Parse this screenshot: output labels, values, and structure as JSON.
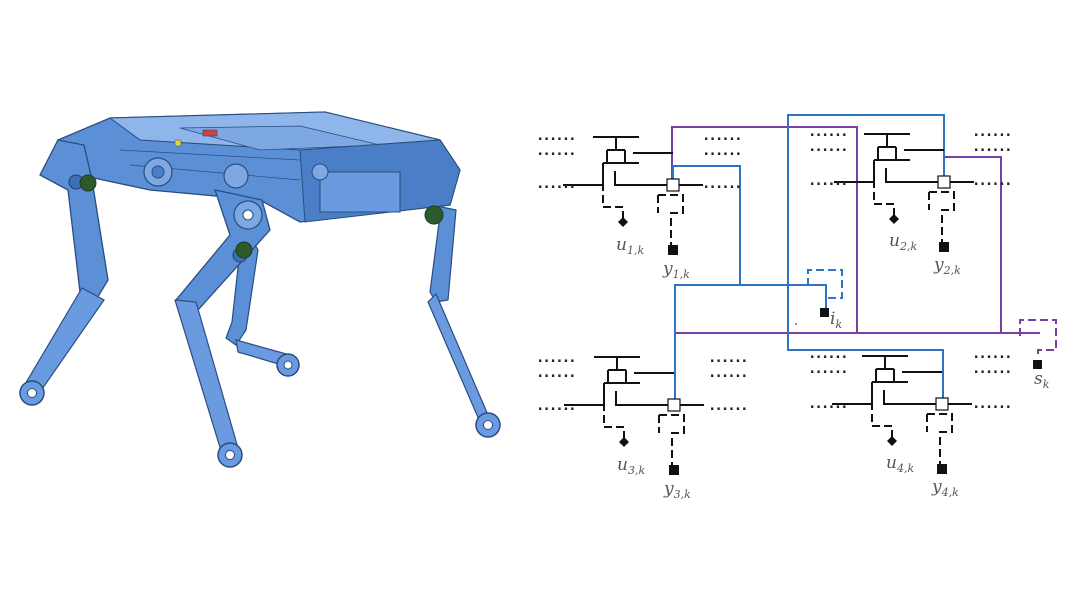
{
  "colors": {
    "robot_body": "#5b8fd6",
    "robot_dark": "#2a4d80",
    "wire_blue": "#2e74c4",
    "wire_purple": "#7a3fa6",
    "line_black": "#111111",
    "label_gray": "#555555"
  },
  "robot": {
    "icon": "quadruped-robot-icon"
  },
  "nodes": [
    {
      "input_var": "u",
      "input_sub": "1,k",
      "output_var": "y",
      "output_sub": "1,k"
    },
    {
      "input_var": "u",
      "input_sub": "2,k",
      "output_var": "y",
      "output_sub": "2,k"
    },
    {
      "input_var": "u",
      "input_sub": "3,k",
      "output_var": "y",
      "output_sub": "3,k"
    },
    {
      "input_var": "u",
      "input_sub": "4,k",
      "output_var": "y",
      "output_sub": "4,k"
    }
  ],
  "extra_nodes": [
    {
      "var": "i",
      "sub": "k"
    },
    {
      "var": "s",
      "sub": "k"
    }
  ],
  "dots_text": "......"
}
